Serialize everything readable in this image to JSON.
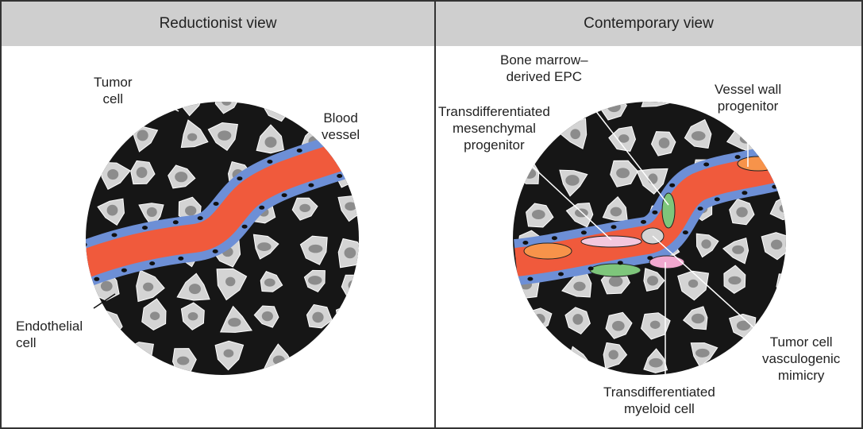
{
  "headers": {
    "left": "Reductionist view",
    "right": "Contemporary view"
  },
  "left_labels": {
    "tumor_cell": "Tumor\ncell",
    "blood_vessel": "Blood\nvessel",
    "endothelial_cell": "Endothelial\ncell"
  },
  "right_labels": {
    "bone_marrow_epc": "Bone marrow–\nderived EPC",
    "vessel_wall_progenitor": "Vessel wall\nprogenitor",
    "mesenchymal_progenitor": "Transdifferentiated\nmesenchymal\nprogenitor",
    "tumor_cell_mimicry": "Tumor cell\nvasculogenic\nmimicry",
    "myeloid_cell": "Transdifferentiated\nmyeloid cell"
  },
  "colors": {
    "background": "#161616",
    "tumor_cell": "#d4d4d4",
    "tumor_nucleus": "#8c8c8c",
    "blood": "#f05a3c",
    "endothelium": "#6d8fd6",
    "myeloid": "#f1a8cf",
    "mesenchymal": "#f3c7de",
    "epc": "#7ec67b",
    "vessel_wall_progenitor": "#f7934a",
    "header": "#cfcfcf"
  }
}
